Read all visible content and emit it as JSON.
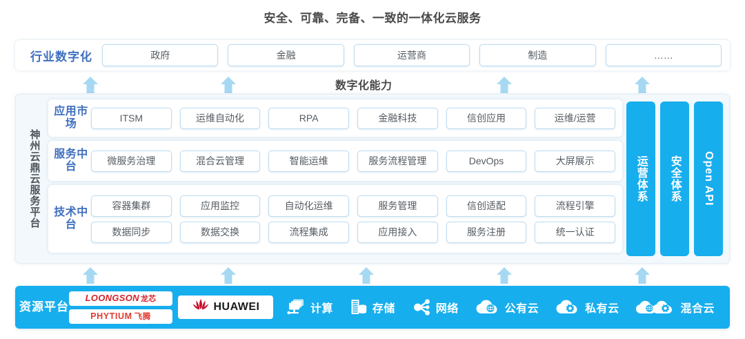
{
  "title": "安全、可靠、完备、一致的一体化云服务",
  "capability_label": "数字化能力",
  "industry": {
    "label": "行业数字化",
    "items": [
      {
        "label": "政府"
      },
      {
        "label": "金融"
      },
      {
        "label": "运营商"
      },
      {
        "label": "制造"
      },
      {
        "label": "……"
      }
    ]
  },
  "platform": {
    "label": "神州云鼎云服务平台",
    "sections": [
      {
        "label": "应用市场",
        "rows": [
          [
            "ITSM",
            "运维自动化",
            "RPA",
            "金融科技",
            "信创应用",
            "运维/运营"
          ]
        ]
      },
      {
        "label": "服务中台",
        "rows": [
          [
            "微服务治理",
            "混合云管理",
            "智能运维",
            "服务流程管理",
            "DevOps",
            "大屏展示"
          ]
        ]
      },
      {
        "label": "技术中台",
        "rows": [
          [
            "容器集群",
            "应用监控",
            "自动化运维",
            "服务管理",
            "信创适配",
            "流程引擎"
          ],
          [
            "数据同步",
            "数据交换",
            "流程集成",
            "应用接入",
            "服务注册",
            "统一认证"
          ]
        ]
      }
    ],
    "pillars": [
      {
        "label": "运营体系",
        "script": "cjk"
      },
      {
        "label": "安全体系",
        "script": "cjk"
      },
      {
        "label": "Open API",
        "script": "latin"
      }
    ]
  },
  "resource": {
    "label": "资源平台",
    "vendor_chips": [
      {
        "name": "LOONGSON",
        "cjk": "龙芯"
      },
      {
        "name": "PHYTIUM",
        "cjk": "飞腾"
      }
    ],
    "huawei": {
      "name": "HUAWEI"
    },
    "items": [
      {
        "label": "计算",
        "icon": "compute-icon"
      },
      {
        "label": "存储",
        "icon": "storage-icon"
      },
      {
        "label": "网络",
        "icon": "network-icon"
      },
      {
        "label": "公有云",
        "icon": "public-cloud-icon"
      },
      {
        "label": "私有云",
        "icon": "private-cloud-icon"
      },
      {
        "label": "混合云",
        "icon": "hybrid-cloud-icon"
      }
    ]
  },
  "colors": {
    "accent_blue": "#17AEEE",
    "arrow_blue": "#A6D8F2",
    "label_blue": "#3F6FBF",
    "text_gray": "#555C63",
    "panel_bg": "#F2F8FC"
  },
  "arrows": {
    "top_row_x": [
      118,
      318,
      718,
      918
    ],
    "bottom_row_x": [
      118,
      318,
      518,
      718,
      918
    ]
  }
}
